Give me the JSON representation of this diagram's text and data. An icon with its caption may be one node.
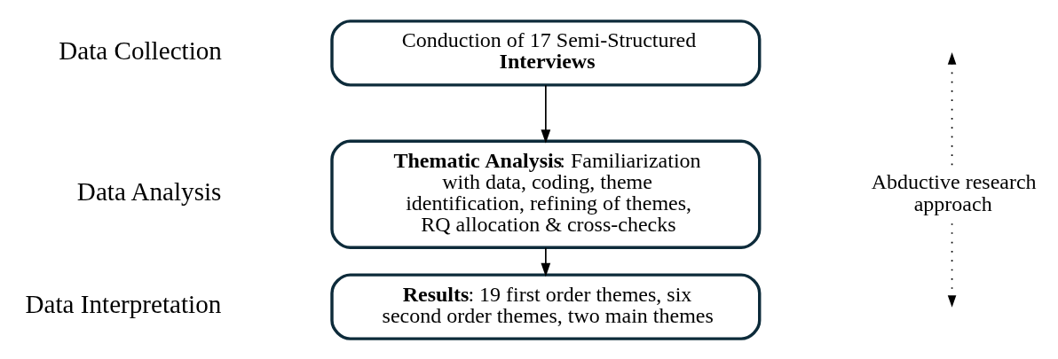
{
  "diagram": {
    "nodes": [
      {
        "text": [
          "Conduction of 17 Semi-Structured **Interviews**"
        ]
      },
      {
        "text": [
          "**Thematic Analysis**: Familiarization with data, coding, theme identification, refining of themes, RQ allocation & cross-checks"
        ]
      },
      {
        "text": [
          "**Results**: 19 first order themes, six second order themes, two main themes"
        ]
      }
    ],
    "edges": [
      {
        "from": 0,
        "to": 1,
        "arrow": "to"
      },
      {
        "from": 1,
        "to": 2,
        "arrow": "to"
      }
    ],
    "labels": [
      "Data Collection",
      "Data Analysis",
      "Abductive research approach",
      "Data Interpretation"
    ]
  }
}
